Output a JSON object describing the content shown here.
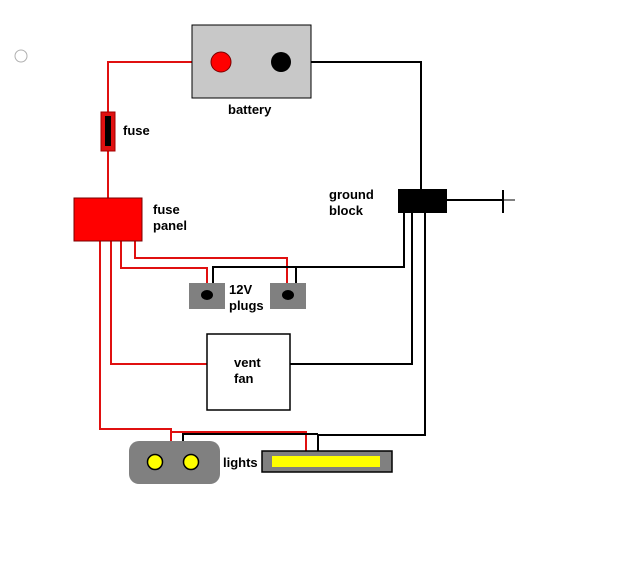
{
  "colors": {
    "positive_wire": "#e01010",
    "ground_wire": "#000000",
    "battery_body": "#c8c8c8",
    "battery_positive_terminal": "#ff0000",
    "battery_negative_terminal": "#000000",
    "fuse_panel": "#ff0000",
    "plug_body": "#808080",
    "light_body": "#808080",
    "led_color": "#ffff00",
    "light_bar_tube": "#ffff00"
  },
  "labels": {
    "battery": "battery",
    "fuse": "fuse",
    "fuse_panel": [
      "fuse",
      "panel"
    ],
    "ground_block": [
      "ground",
      "block"
    ],
    "plugs": [
      "12V",
      "plugs"
    ],
    "vent_fan": [
      "vent",
      "fan"
    ],
    "lights": "lights"
  },
  "icons": {
    "corner_marker": "radio-button-icon",
    "battery": "battery-icon",
    "fuse": "inline-fuse-icon",
    "chassis_ground": "chassis-ground-icon",
    "plug": "12v-socket-icon",
    "light": "led-light-icon"
  }
}
